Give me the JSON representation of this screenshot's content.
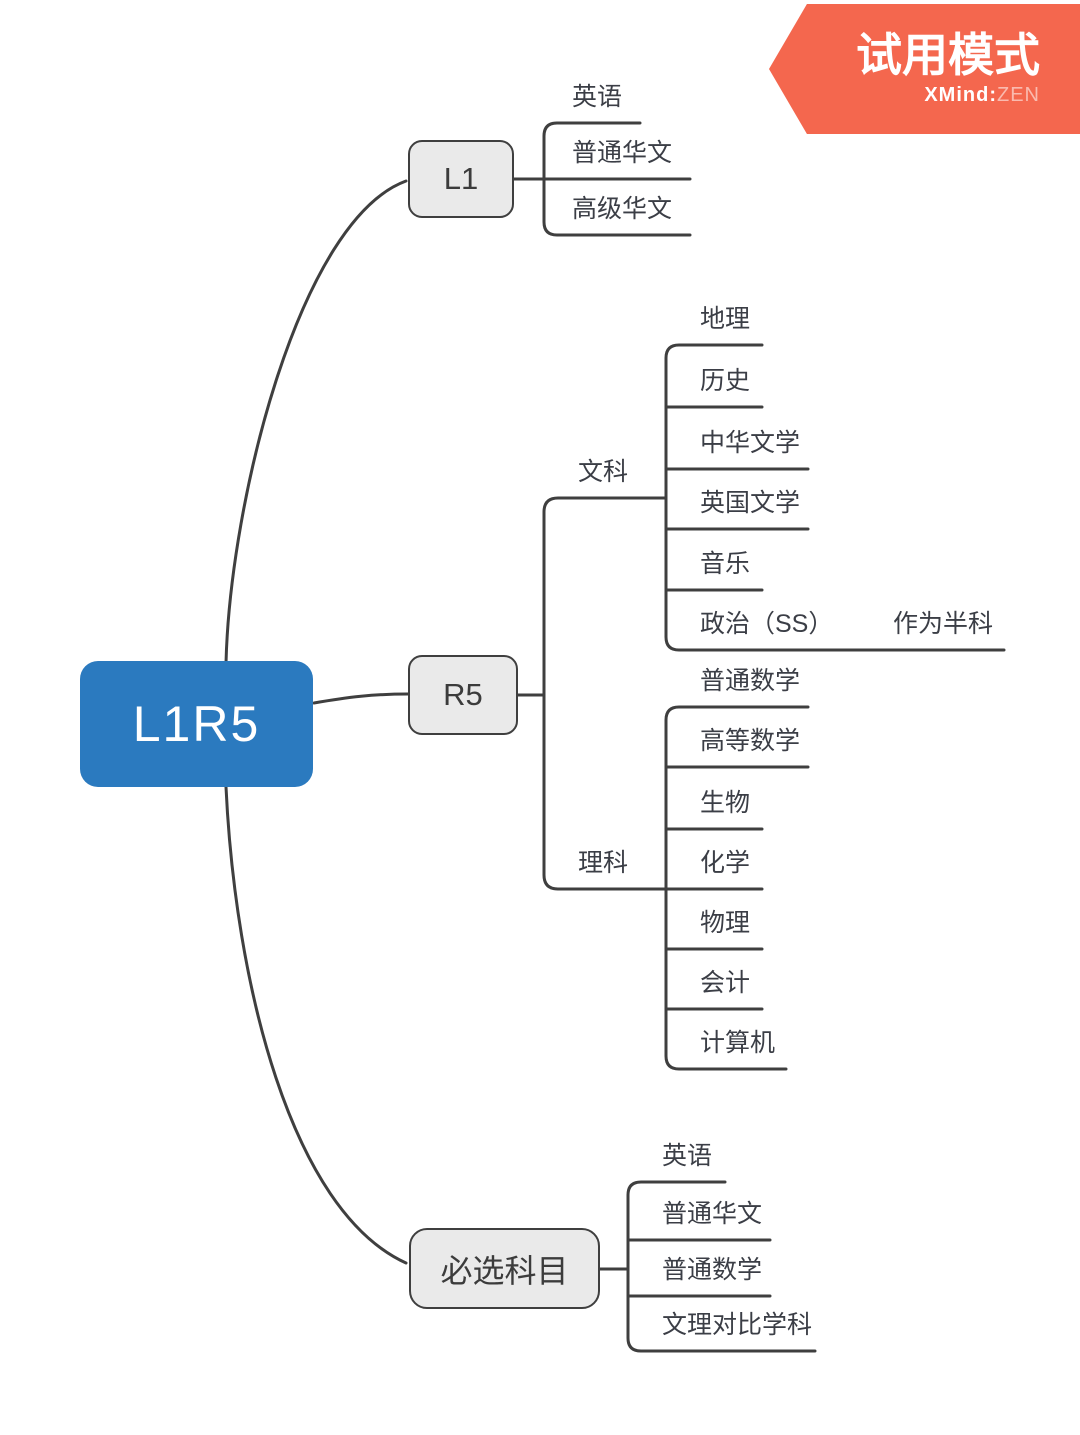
{
  "banner": {
    "title": "试用模式",
    "brand_bold": "XMind:",
    "brand_light": "ZEN",
    "color": "#f4674e"
  },
  "root": {
    "label": "L1R5",
    "color": "#2b7abf"
  },
  "branches": [
    {
      "label": "L1",
      "children": [
        {
          "label": "英语"
        },
        {
          "label": "普通华文"
        },
        {
          "label": "高级华文"
        }
      ]
    },
    {
      "label": "R5",
      "children": [
        {
          "label": "文科",
          "children": [
            {
              "label": "地理"
            },
            {
              "label": "历史"
            },
            {
              "label": "中华文学"
            },
            {
              "label": "英国文学"
            },
            {
              "label": "音乐"
            },
            {
              "label": "政治（SS）",
              "children": [
                {
                  "label": "作为半科"
                }
              ]
            }
          ]
        },
        {
          "label": "理科",
          "children": [
            {
              "label": "普通数学"
            },
            {
              "label": "高等数学"
            },
            {
              "label": "生物"
            },
            {
              "label": "化学"
            },
            {
              "label": "物理"
            },
            {
              "label": "会计"
            },
            {
              "label": "计算机"
            }
          ]
        }
      ]
    },
    {
      "label": "必选科目",
      "children": [
        {
          "label": "英语"
        },
        {
          "label": "普通华文"
        },
        {
          "label": "普通数学"
        },
        {
          "label": "文理对比学科"
        }
      ]
    }
  ],
  "colors": {
    "line": "#3f3f3f",
    "topic_fill": "#eaeaea",
    "topic_border": "#3f3f3f",
    "text": "#3b3e46"
  }
}
